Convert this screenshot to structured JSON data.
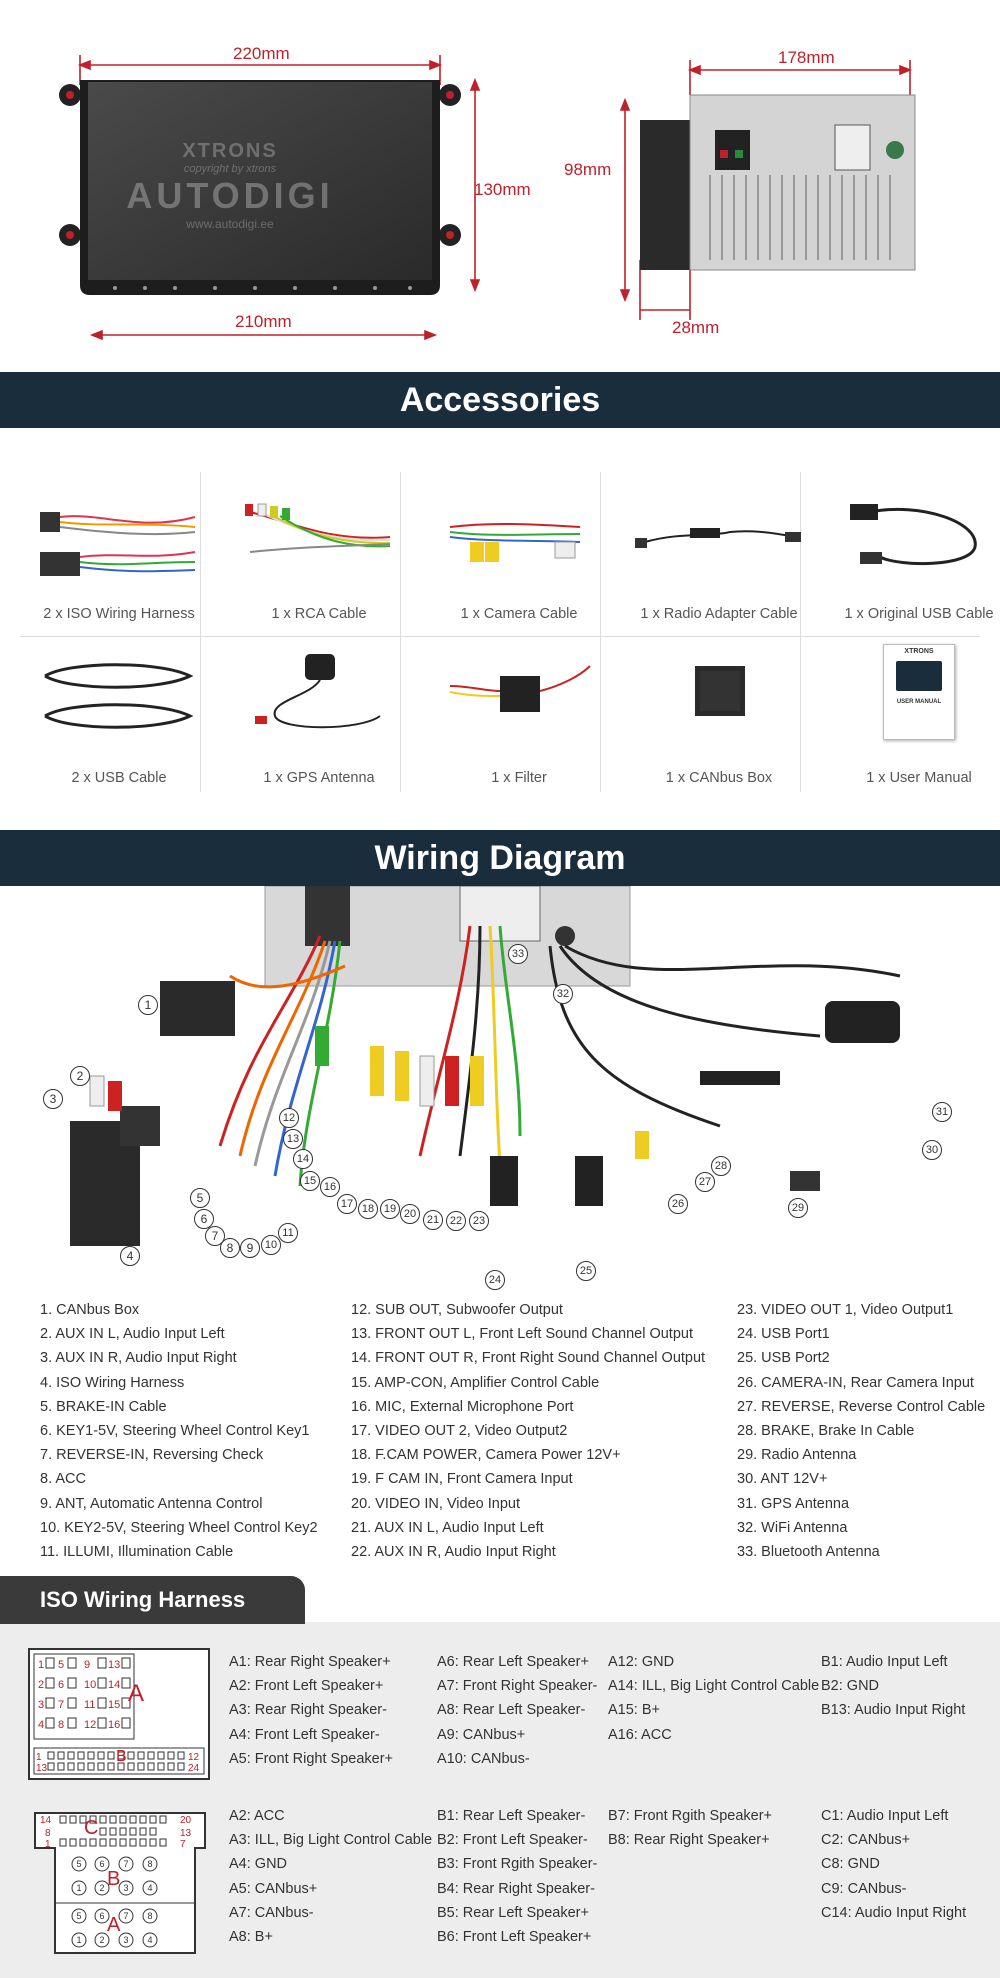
{
  "dimensions": {
    "front_top": "220mm",
    "front_height": "130mm",
    "front_bottom": "210mm",
    "back_top": "178mm",
    "back_height": "98mm",
    "back_depth": "28mm"
  },
  "watermark": {
    "brand": "XTRONS",
    "logo": "AUTODIGI",
    "url": "www.autodigi.ee",
    "copyright": "copyright by xtrons"
  },
  "accessories": {
    "title": "Accessories",
    "items": [
      {
        "label": "2 x ISO Wiring Harness"
      },
      {
        "label": "1 x RCA Cable"
      },
      {
        "label": "1 x Camera Cable"
      },
      {
        "label": "1 x Radio Adapter Cable"
      },
      {
        "label": "1 x Original USB Cable"
      },
      {
        "label": "2 x USB Cable"
      },
      {
        "label": "1 x GPS Antenna"
      },
      {
        "label": "1 x Filter"
      },
      {
        "label": "1 x CANbus Box"
      },
      {
        "label": "1 x User Manual"
      }
    ],
    "manual_brand": "XTRONS",
    "manual_title": "USER MANUAL"
  },
  "wiring": {
    "title": "Wiring Diagram",
    "callouts": [
      "1",
      "2",
      "3",
      "4",
      "5",
      "6",
      "7",
      "8",
      "9",
      "10",
      "11",
      "12",
      "13",
      "14",
      "15",
      "16",
      "17",
      "18",
      "19",
      "20",
      "21",
      "22",
      "23",
      "24",
      "25",
      "26",
      "27",
      "28",
      "29",
      "30",
      "31",
      "32",
      "33"
    ],
    "legend_col1": [
      "1. CANbus Box",
      "2. AUX IN L, Audio Input Left",
      "3. AUX IN R, Audio Input Right",
      "4. ISO Wiring Harness",
      "5. BRAKE-IN Cable",
      "6. KEY1-5V, Steering Wheel Control Key1",
      "7. REVERSE-IN, Reversing Check",
      "8. ACC",
      "9. ANT, Automatic Antenna Control",
      "10. KEY2-5V, Steering Wheel Control Key2",
      "11. ILLUMI, Illumination Cable"
    ],
    "legend_col2": [
      "12. SUB OUT, Subwoofer Output",
      "13. FRONT OUT L, Front Left Sound Channel Output",
      "14. FRONT OUT R, Front Right Sound Channel Output",
      "15. AMP-CON, Amplifier Control Cable",
      "16. MIC, External Microphone Port",
      "17. VIDEO OUT 2, Video Output2",
      "18. F.CAM POWER, Camera Power 12V+",
      "19. F CAM IN, Front Camera Input",
      "20. VIDEO IN, Video Input",
      "21. AUX IN L, Audio Input Left",
      "22. AUX IN R, Audio Input Right"
    ],
    "legend_col3": [
      "23. VIDEO OUT 1, Video Output1",
      "24. USB Port1",
      "25. USB Port2",
      "26. CAMERA-IN, Rear Camera Input",
      "27. REVERSE, Reverse Control Cable",
      "28. BRAKE, Brake In Cable",
      "29. Radio Antenna",
      "30. ANT 12V+",
      "31. GPS Antenna",
      "32. WiFi Antenna",
      "33. Bluetooth Antenna"
    ]
  },
  "iso": {
    "title": "ISO Wiring Harness",
    "conn1_letters": [
      "A",
      "B"
    ],
    "conn2_letters": [
      "C",
      "B",
      "A"
    ],
    "block1_col1": [
      "A1: Rear Right Speaker+",
      "A2: Front Left Speaker+",
      "A3: Rear Right Speaker-",
      "A4: Front Left Speaker-",
      "A5: Front Right Speaker+"
    ],
    "block1_col2": [
      "A6: Rear Left Speaker+",
      "A7: Front Right Speaker-",
      "A8: Rear Left Speaker-",
      "A9: CANbus+",
      "A10: CANbus-"
    ],
    "block1_col3": [
      "A12: GND",
      "A14: ILL, Big Light Control Cable",
      "A15: B+",
      "A16: ACC"
    ],
    "block1_col4": [
      "B1: Audio Input Left",
      "B2: GND",
      "B13: Audio Input Right"
    ],
    "block2_col1": [
      "A2: ACC",
      "A3: ILL, Big Light Control Cable",
      "A4: GND",
      "A5: CANbus+",
      "A7: CANbus-",
      "A8: B+"
    ],
    "block2_col2": [
      "B1: Rear Left Speaker-",
      "B2: Front Left Speaker-",
      "B3: Front Rgith Speaker-",
      "B4: Rear Right Speaker-",
      "B5: Rear Left Speaker+",
      "B6: Front Left Speaker+"
    ],
    "block2_col3": [
      "B7: Front Rgith Speaker+",
      "B8: Rear Right Speaker+"
    ],
    "block2_col4": [
      "C1: Audio Input Left",
      "C2: CANbus+",
      "C8: GND",
      "C9: CANbus-",
      "C14:  Audio Input Right"
    ]
  }
}
